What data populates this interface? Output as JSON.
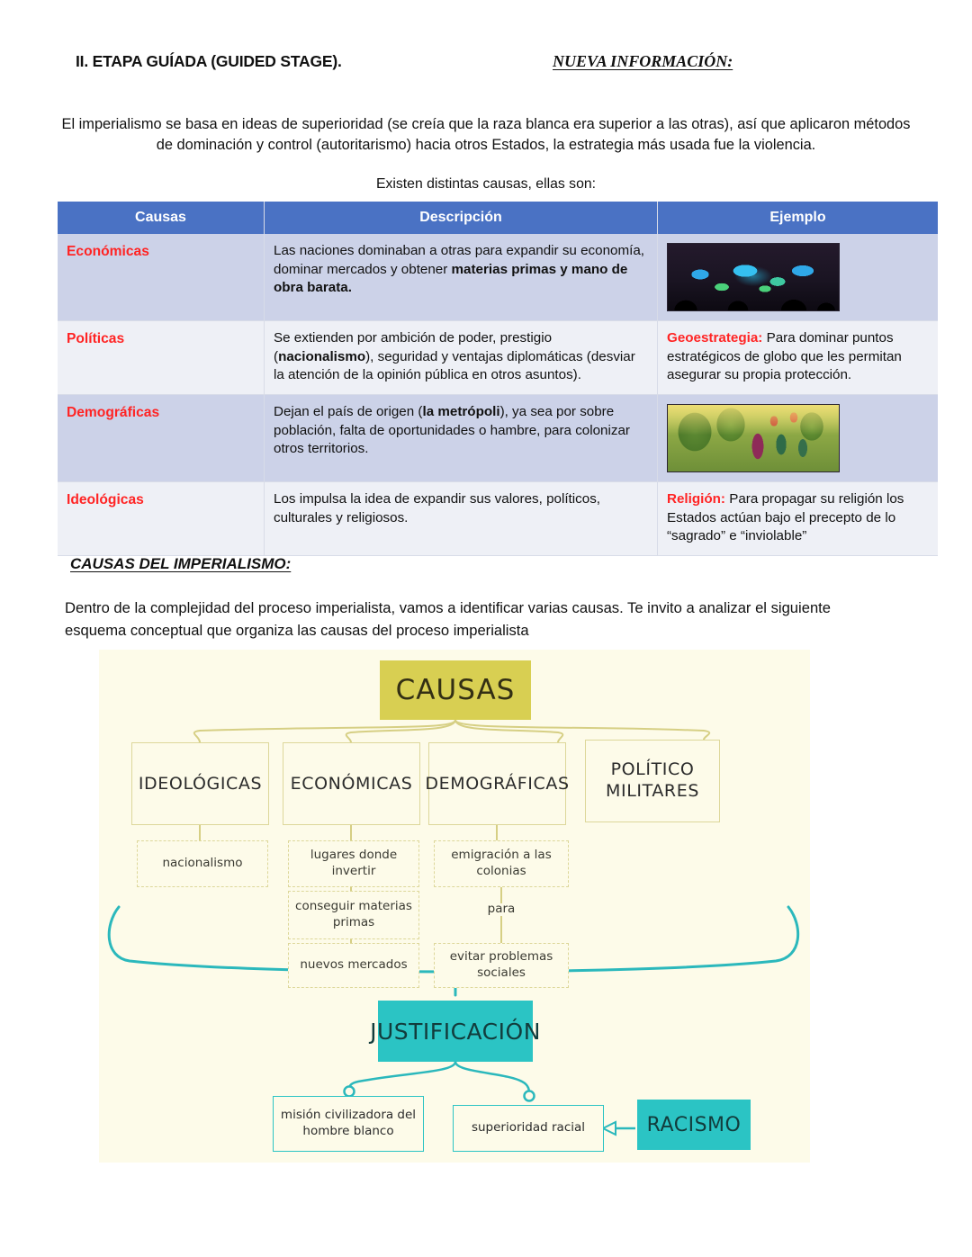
{
  "header": {
    "left_title": "II. ETAPA GUÍADA (GUIDED STAGE).",
    "right_title": "NUEVA INFORMACIÓN:"
  },
  "intro": {
    "paragraph": "El imperialismo se basa en ideas de superioridad (se creía que la raza blanca era superior a las otras), así que aplicaron métodos de dominación y control (autoritarismo) hacia otros Estados, la estrategia más usada fue la violencia.",
    "lead_in": "Existen distintas causas, ellas son:"
  },
  "table": {
    "columns": [
      "Causas",
      "Descripción",
      "Ejemplo"
    ],
    "rows": [
      {
        "cause": "Económicas",
        "description_plain": "Las naciones dominaban a otras para expandir su economía, dominar mercados y obtener materias primas y mano de obra barata.",
        "description_normal": "Las naciones dominaban a otras para expandir su economía, dominar mercados y obtener ",
        "description_bold": "materias primas y mano de obra barata.",
        "example_type": "image",
        "example_image_name": "world-map-network-thumbnail",
        "example_label": "",
        "example_text": ""
      },
      {
        "cause": "Políticas",
        "description_plain": "Se extienden por ambición de poder, prestigio (nacionalismo), seguridad y ventajas diplomáticas (desviar la atención de la opinión pública en otros asuntos).",
        "description_pre": "Se extienden por ambición de poder, prestigio (",
        "description_bold": "nacionalismo",
        "description_post": "), seguridad y ventajas diplomáticas (desviar la atención de la opinión pública en otros asuntos).",
        "example_type": "text",
        "example_image_name": "",
        "example_label": "Geoestrategia:",
        "example_text": " Para dominar puntos estratégicos de globo que les permitan asegurar su propia protección."
      },
      {
        "cause": "Demográficas",
        "description_plain": "Dejan el país de origen (la metrópoli), ya sea por sobre población, falta de oportunidades o hambre, para colonizar otros territorios.",
        "description_pre": "Dejan el país de origen (",
        "description_bold": "la metrópoli",
        "description_post": "), ya sea por sobre población, falta de oportunidades  o hambre, para colonizar otros territorios.",
        "example_type": "image",
        "example_image_name": "colonial-scene-thumbnail",
        "example_label": "",
        "example_text": ""
      },
      {
        "cause": "Ideológicas",
        "description_plain": "Los impulsa la idea de expandir sus valores, políticos, culturales y religiosos.",
        "description_pre": "Los impulsa la idea de expandir sus valores, políticos, culturales y religiosos.",
        "description_bold": "",
        "description_post": "",
        "example_type": "text",
        "example_image_name": "",
        "example_label": "Religión:",
        "example_text": " Para propagar su religión los Estados actúan bajo el precepto de lo “sagrado” e “inviolable”"
      }
    ]
  },
  "section": {
    "heading": "CAUSAS DEL IMPERIALISMO:",
    "paragraph": "Dentro de la complejidad del proceso imperialista, vamos a identificar varias causas. Te invito a analizar el siguiente esquema conceptual que organiza las causas del proceso imperialista"
  },
  "diagram": {
    "root": "CAUSAS",
    "level1": [
      "IDEOLÓGICAS",
      "ECONÓMICAS",
      "DEMOGRÁFICAS",
      "POLÍTICO MILITARES"
    ],
    "level1_d_line1": "POLÍTICO",
    "level1_d_line2": "MILITARES",
    "sub_ideologicas": [
      "nacionalismo"
    ],
    "sub_economicas": [
      "lugares donde invertir",
      "conseguir materias primas",
      "nuevos mercados"
    ],
    "sub_demograficas": [
      "emigración a las colonias",
      "evitar problemas sociales"
    ],
    "connector_label": "para",
    "justification": "JUSTIFICACIÓN",
    "justification_children": [
      "misión civilizadora del hombre blanco",
      "superioridad racial"
    ],
    "racismo": "RACISMO",
    "colors": {
      "root_fill": "#d8cf52",
      "box_border": "#ddd79a",
      "diagram_bg": "#fdfbe9",
      "teal": "#2bc4c4"
    }
  },
  "palette": {
    "table_header_bg": "#4a72c4",
    "row_dark": "#ccd2e8",
    "row_light": "#eef0f6",
    "cause_red": "#ff2424"
  }
}
